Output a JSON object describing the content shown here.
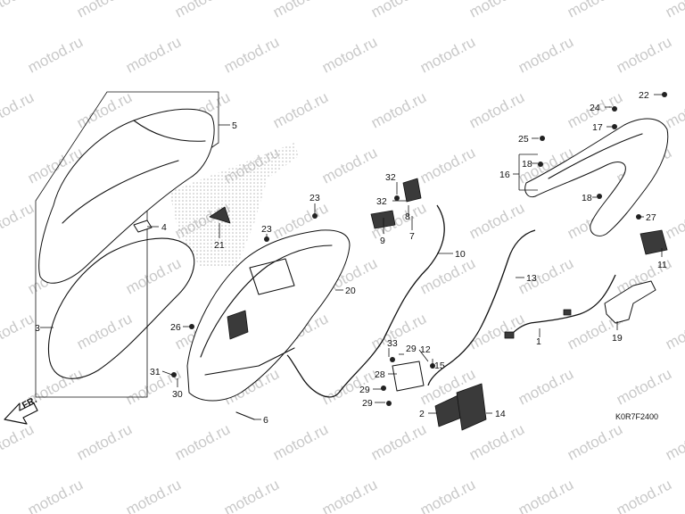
{
  "watermark": {
    "text": "motod.ru"
  },
  "diagram_code": "K0R7F2400",
  "direction_label": "FR.",
  "callouts": {
    "n1": "1",
    "n2": "2",
    "n3": "3",
    "n4": "4",
    "n5": "5",
    "n6": "6",
    "n7": "7",
    "n8": "8",
    "n9": "9",
    "n10": "10",
    "n11": "11",
    "n12": "12",
    "n13": "13",
    "n14": "14",
    "n15": "15",
    "n16": "16",
    "n17": "17",
    "n18a": "18",
    "n18b": "18",
    "n19": "19",
    "n20": "20",
    "n21": "21",
    "n22": "22",
    "n23a": "23",
    "n23b": "23",
    "n24": "24",
    "n25": "25",
    "n26": "26",
    "n27": "27",
    "n28": "28",
    "n29a": "29",
    "n29b": "29",
    "n29c": "29",
    "n30": "30",
    "n31": "31",
    "n32a": "32",
    "n32b": "32",
    "n33": "33"
  }
}
